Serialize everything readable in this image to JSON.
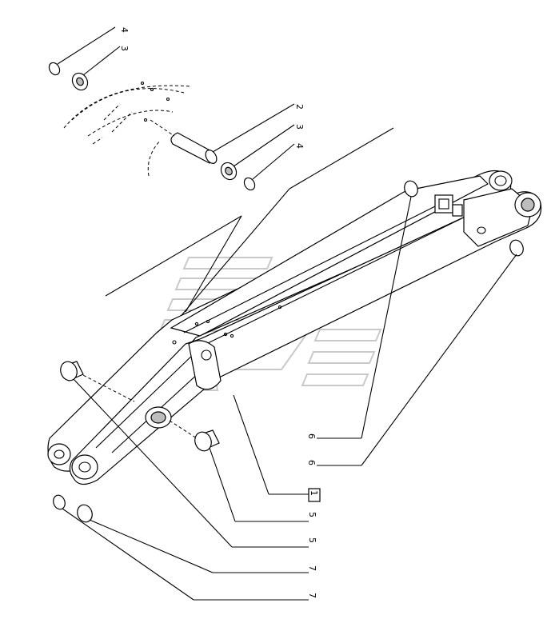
{
  "callouts": [
    {
      "id": "c4a",
      "label": "4"
    },
    {
      "id": "c3a",
      "label": "3"
    },
    {
      "id": "c2",
      "label": "2"
    },
    {
      "id": "c3b",
      "label": "3"
    },
    {
      "id": "c4b",
      "label": "4"
    },
    {
      "id": "c6a",
      "label": "6"
    },
    {
      "id": "c6b",
      "label": "6"
    },
    {
      "id": "c1",
      "label": "1"
    },
    {
      "id": "c5a",
      "label": "5"
    },
    {
      "id": "c5b",
      "label": "5"
    },
    {
      "id": "c7a",
      "label": "7"
    },
    {
      "id": "c7b",
      "label": "7"
    }
  ]
}
